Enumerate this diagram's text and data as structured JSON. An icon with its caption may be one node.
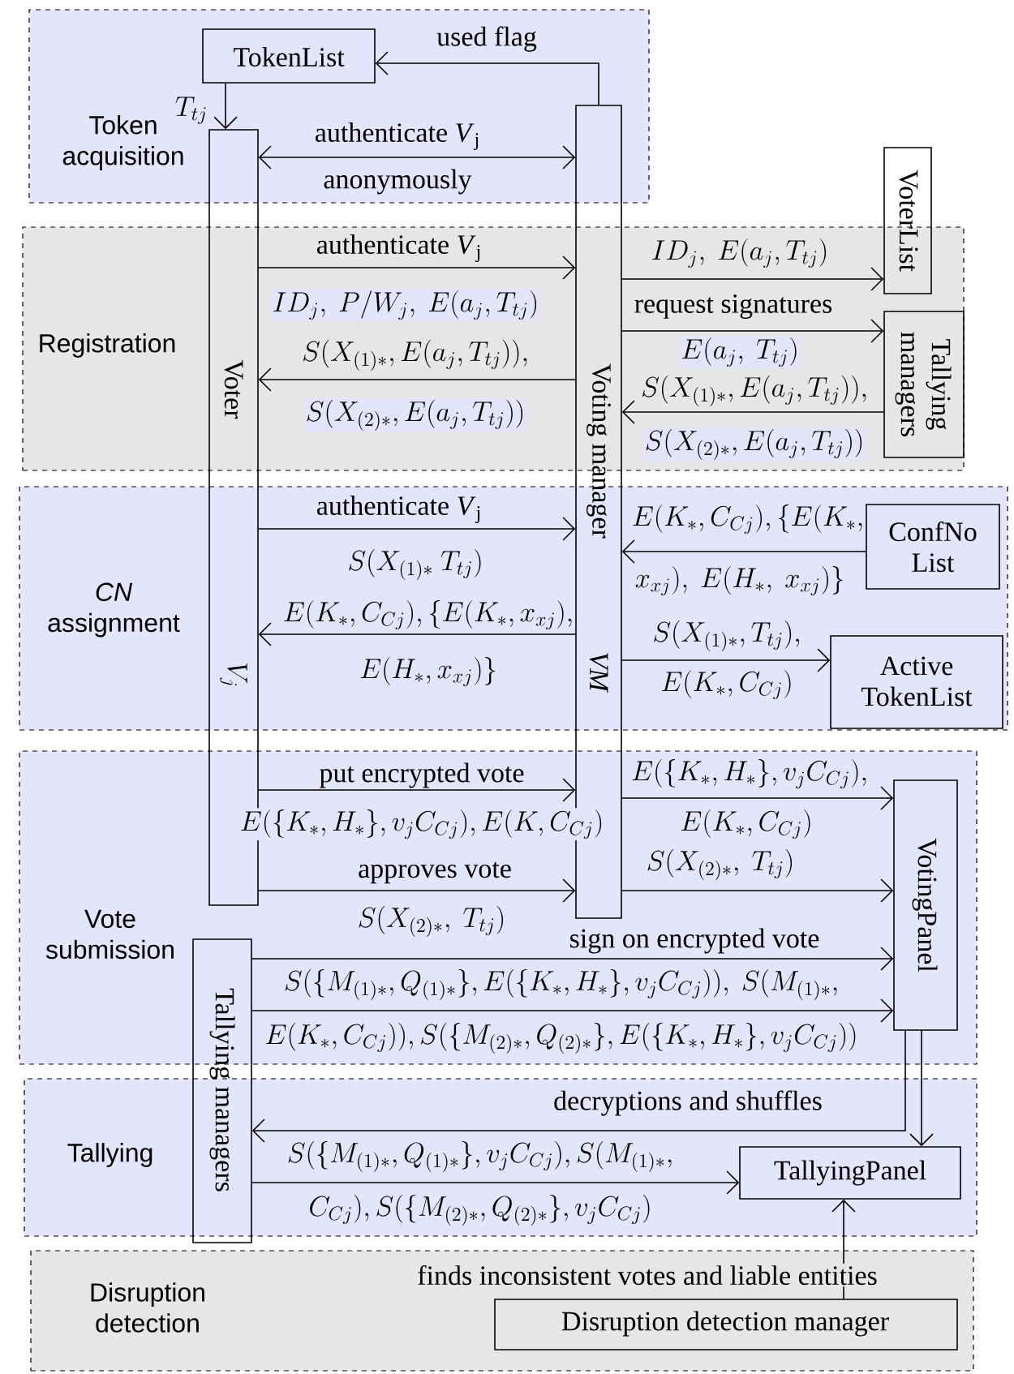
{
  "diagram": {
    "nodes": [
      {
        "text": [
          "Token acquisition"
        ]
      },
      {
        "text": [
          "Registration"
        ]
      },
      {
        "text": [
          "*CN* assignment"
        ]
      },
      {
        "text": [
          "Vote submission"
        ]
      },
      {
        "text": [
          "Tallying"
        ]
      },
      {
        "text": [
          "Disruption detection"
        ]
      },
      {
        "text": [
          "TokenList"
        ],
        "in": 0
      },
      {
        "text": [
          "Voter",
          "V_j"
        ]
      },
      {
        "text": [
          "Voting manager",
          "VM"
        ]
      },
      {
        "text": [
          "VoterList"
        ]
      },
      {
        "text": [
          "Tallying managers"
        ],
        "in": 1
      },
      {
        "text": [
          "ConfNo List"
        ],
        "in": 2
      },
      {
        "text": [
          "Active TokenList"
        ],
        "in": 2
      },
      {
        "text": [
          "VotingPanel"
        ],
        "in": 3
      },
      {
        "text": [
          "Tallying managers"
        ]
      },
      {
        "text": [
          "TallyingPanel"
        ],
        "in": 4
      },
      {
        "text": [
          "Disruption detection manager"
        ],
        "in": 5
      }
    ],
    "edges": [
      {
        "from": 6,
        "to": 7,
        "arrow": "to",
        "label": "T_{tj}"
      },
      {
        "from": 8,
        "to": 6,
        "arrow": "to",
        "label": "used flag"
      },
      {
        "from": 7,
        "to": 8,
        "arrow": "both",
        "label": "authenticate *V*$_{j}$"
      },
      {
        "from": 7,
        "to": 8,
        "arrow": "to",
        "label": "authenticate *V*$_{j}$"
      },
      {
        "from": 8,
        "to": 9,
        "arrow": "to",
        "label": "ID_j,\\ E(a_j,T_{tj})"
      },
      {
        "from": 8,
        "to": 10,
        "arrow": "to",
        "label": "request signatures"
      },
      {
        "from": 10,
        "to": 8,
        "arrow": "to",
        "label": "S(X_{(1)*},E(a_j,T_{tj})),"
      },
      {
        "from": 8,
        "to": 7,
        "arrow": "to",
        "label": "S(X_{(1)*},E(a_j,T_{tj})),"
      },
      {
        "from": 7,
        "to": 8,
        "arrow": "to",
        "label": "authenticate *V*$_{j}$"
      },
      {
        "from": 11,
        "to": 8,
        "arrow": "to",
        "label": "E(K_*,C_{Cj}),\\{E(K_*,"
      },
      {
        "from": 8,
        "to": 7,
        "arrow": "to",
        "label": "E(K_*,C_{Cj}),\\{E(K_*,x_{xj}),"
      },
      {
        "from": 8,
        "to": 12,
        "arrow": "to",
        "label": "S(X_{(1)*},T_{tj}),"
      },
      {
        "from": 7,
        "to": 8,
        "arrow": "to",
        "label": "put encrypted vote"
      },
      {
        "from": 8,
        "to": 13,
        "arrow": "to",
        "label": "E(\\{K_*,H_*\\},v_jC_{Cj}),"
      },
      {
        "from": 7,
        "to": 8,
        "arrow": "to",
        "label": "approves vote"
      },
      {
        "from": 8,
        "to": 13,
        "arrow": "to",
        "label": "S(X_{(2)*},\\ T_{tj})"
      },
      {
        "from": 14,
        "to": 13,
        "arrow": "to",
        "label": "sign on encrypted vote"
      },
      {
        "from": 14,
        "to": 13,
        "arrow": "to",
        "label": "S(\\{M_{(1)*},Q_{(1)*}\\},E(\\{K_*,H_*\\},v_jC_{Cj})),\\ S(M_{(1)*},"
      },
      {
        "from": 13,
        "to": 14,
        "arrow": "to",
        "label": "decryptions and shuffles"
      },
      {
        "from": 13,
        "to": 15,
        "arrow": "to"
      },
      {
        "from": 14,
        "to": 15,
        "arrow": "to",
        "label": "S(\\{M_{(1)*},Q_{(1)*}\\},v_jC_{Cj}),S(M_{(1)*},"
      },
      {
        "from": 16,
        "to": 15,
        "arrow": "to",
        "label": "finds inconsistent votes and liable entities"
      }
    ],
    "labels": [
      "anonymously",
      "ID_j,\\ P/W_j,\\ E(a_j,T_{tj})",
      "E(a_j,\\ T_{tj})",
      "S(X_{(2)*},E(a_j,T_{tj}))",
      "S(X_{(2)*},E(a_j,T_{tj}))",
      "S(X_{(1)*}\\ T_{tj})",
      "x_{xj}),\\ E(H_*,\\ x_{xj})\\}",
      "E(H_*,x_{xj})\\}",
      "E(K_*,C_{Cj})",
      "E(\\{K_*,H_*\\},v_jC_{Cj}),E(K,C_{Cj})",
      "E(K_*,C_{Cj})",
      "S(X_{(2)*},\\ T_{tj})",
      "E(K_*,C_{Cj})),S(\\{M_{(2)*},Q_{(2)*}\\},E(\\{K_*,H_*\\},v_jC_{Cj}))",
      "C_{Cj}),S(\\{M_{(2)*},Q_{(2)*}\\},v_jC_{Cj})"
    ]
  }
}
